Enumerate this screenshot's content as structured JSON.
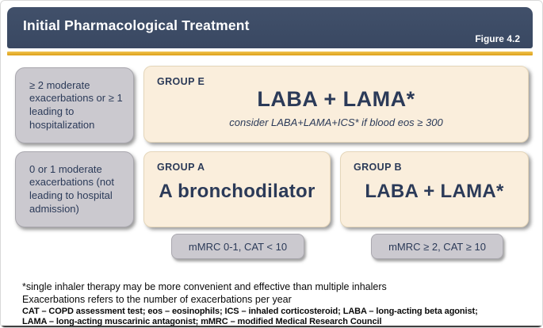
{
  "header": {
    "title": "Initial Pharmacological Treatment",
    "figure_label": "Figure 4.2"
  },
  "colors": {
    "header_bg": "#3A4962",
    "accent_gold": "#DC9F18",
    "group_box_bg": "#FAEEDC",
    "criteria_box_bg": "#CBC9CF",
    "text_navy": "#2B3A58"
  },
  "exacerbation_criteria": [
    {
      "text": "≥ 2 moderate exacerbations or ≥ 1 leading to hospitalization"
    },
    {
      "text": "0 or 1 moderate exacerbations (not leading to hospital admission)"
    }
  ],
  "groups": [
    {
      "label": "GROUP E",
      "treatment": "LABA + LAMA*",
      "note": "consider LABA+LAMA+ICS* if blood eos ≥ 300"
    },
    {
      "label": "GROUP A",
      "treatment": "A bronchodilator"
    },
    {
      "label": "GROUP B",
      "treatment": "LABA + LAMA*"
    }
  ],
  "symptom_scales": [
    {
      "text": "mMRC 0-1, CAT < 10"
    },
    {
      "text": "mMRC ≥ 2, CAT ≥ 10"
    }
  ],
  "footnotes": {
    "line1": "*single inhaler therapy may be more convenient and effective than multiple inhalers",
    "line2": "Exacerbations refers to the number of exacerbations per year",
    "abbrev1": "CAT – COPD assessment test; eos – eosinophils; ICS – inhaled corticosteroid; LABA – long-acting beta agonist;",
    "abbrev2": "LAMA – long-acting muscarinic antagonist; mMRC – modified Medical Research Council"
  }
}
